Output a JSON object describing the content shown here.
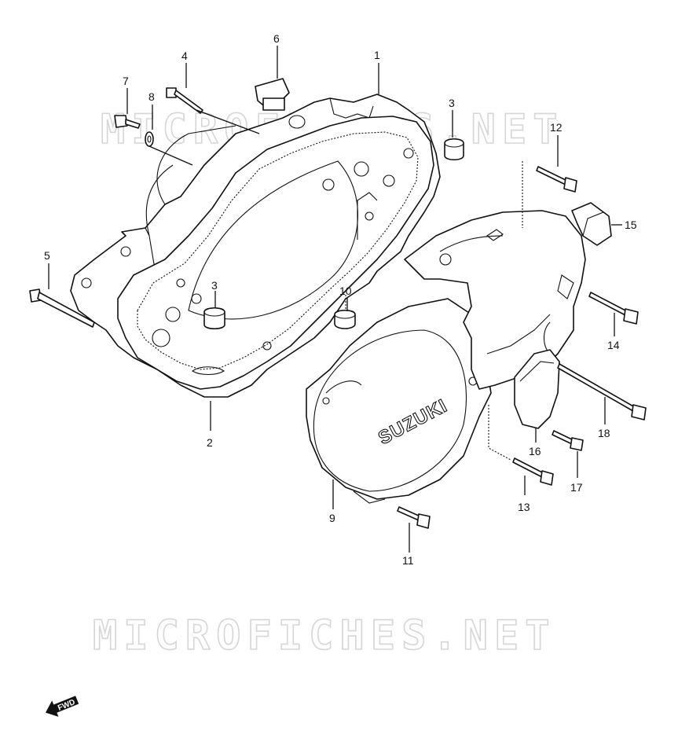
{
  "watermark": {
    "text": "MICROFICHES.NET"
  },
  "cover": {
    "brand": "SUZUKI"
  },
  "direction_badge": {
    "text": "FWD"
  },
  "callouts": [
    {
      "id": "c1",
      "number": "1"
    },
    {
      "id": "c2",
      "number": "2"
    },
    {
      "id": "c3a",
      "number": "3"
    },
    {
      "id": "c3b",
      "number": "3"
    },
    {
      "id": "c4",
      "number": "4"
    },
    {
      "id": "c5",
      "number": "5"
    },
    {
      "id": "c6",
      "number": "6"
    },
    {
      "id": "c7",
      "number": "7"
    },
    {
      "id": "c8",
      "number": "8"
    },
    {
      "id": "c9",
      "number": "9"
    },
    {
      "id": "c10",
      "number": "10"
    },
    {
      "id": "c11",
      "number": "11"
    },
    {
      "id": "c12",
      "number": "12"
    },
    {
      "id": "c13",
      "number": "13"
    },
    {
      "id": "c14",
      "number": "14"
    },
    {
      "id": "c15",
      "number": "15"
    },
    {
      "id": "c16",
      "number": "16"
    },
    {
      "id": "c17",
      "number": "17"
    },
    {
      "id": "c18",
      "number": "18"
    }
  ]
}
